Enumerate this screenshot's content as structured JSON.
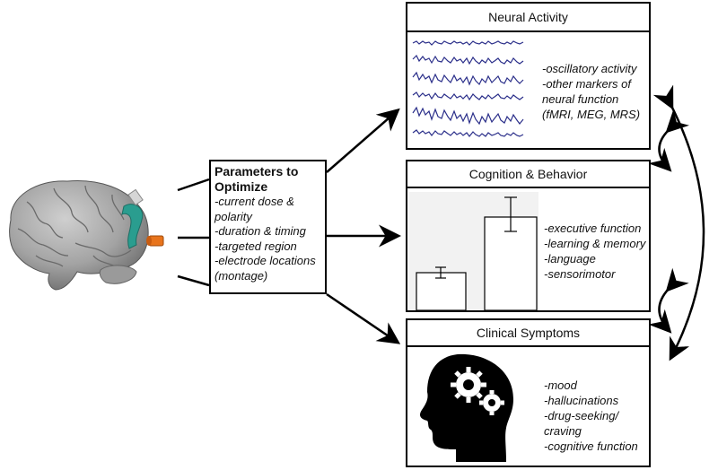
{
  "parameters": {
    "title": "Parameters to Optimize",
    "items": [
      "-current dose &",
      "polarity",
      "-duration & timing",
      "-targeted region",
      "-electrode locations",
      "(montage)"
    ]
  },
  "neural": {
    "title": "Neural Activity",
    "items": [
      "-oscillatory activity",
      "-other markers of",
      "neural function",
      "(fMRI, MEG, MRS)"
    ]
  },
  "cognition": {
    "title": "Cognition & Behavior",
    "items": [
      "-executive function",
      "-learning & memory",
      "-language",
      "-sensorimotor"
    ]
  },
  "clinical": {
    "title": "Clinical Symptoms",
    "items": [
      "-mood",
      "-hallucinations",
      "-drug-seeking/",
      "craving",
      "-cognitive function"
    ]
  },
  "colors": {
    "eeg": "#2b2f8a",
    "electrode_anode": "#2a9d8f",
    "electrode_cathode": "#e8741c",
    "brain": "#a3a3a3"
  }
}
